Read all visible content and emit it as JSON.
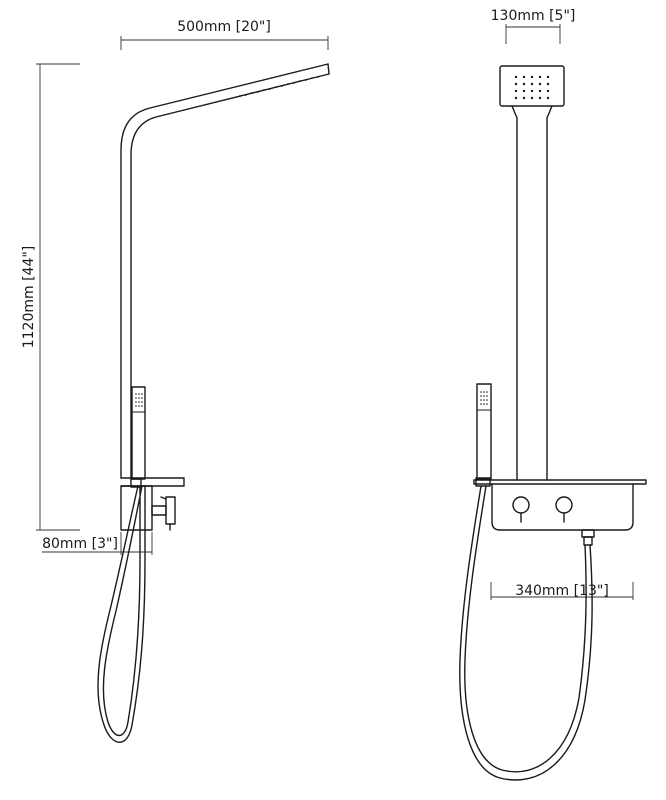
{
  "dimensions": {
    "side_width": "500mm [20\"]",
    "side_height": "1120mm [44\"]",
    "side_depth": "80mm [3\"]",
    "front_head_width": "130mm [5\"]",
    "front_shelf_width": "340mm [13\"]"
  },
  "colors": {
    "line": "#1a1a1a",
    "background": "#ffffff"
  }
}
